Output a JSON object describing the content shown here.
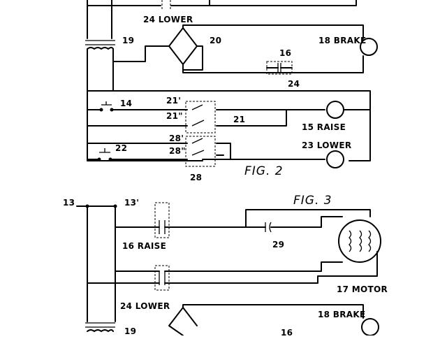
{
  "figures": {
    "fig2": "FIG. 2",
    "fig3": "FIG. 3"
  },
  "fig2_labels": {
    "lower24_top": "24 LOWER",
    "n19": "19",
    "n20": "20",
    "brake18": "18 BRAKE",
    "n16": "16",
    "n24": "24",
    "n14": "14",
    "n21p": "21'",
    "n21pp": "21\"",
    "n21": "21",
    "n28p": "28'",
    "n28pp": "28\"",
    "n22": "22",
    "raise15": "15 RAISE",
    "lower23": "23 LOWER",
    "n28": "28"
  },
  "fig3_labels": {
    "n13": "13",
    "n13p": "13'",
    "raise16": "16 RAISE",
    "n29": "29",
    "lower24": "24 LOWER",
    "motor17": "17 MOTOR",
    "brake18": "18 BRAKE",
    "n19": "19",
    "n16": "16"
  }
}
